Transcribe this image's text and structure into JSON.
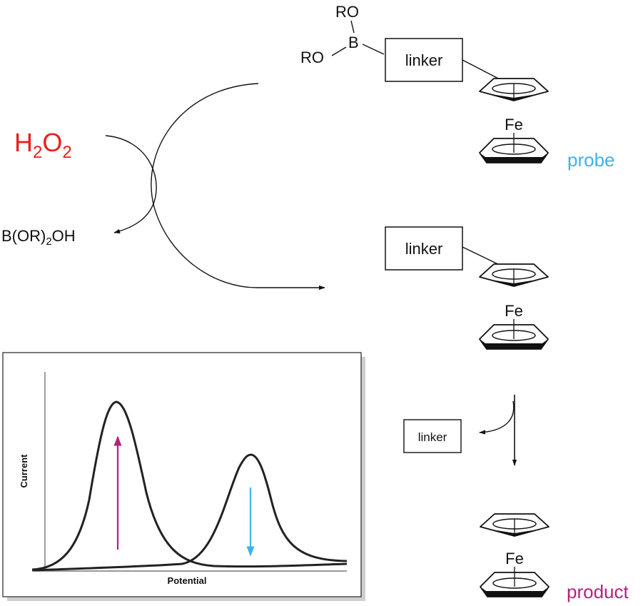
{
  "reagent": {
    "h": "H",
    "h_sub": "2",
    "o": "O",
    "o_sub": "2",
    "color": "#e8201c"
  },
  "byproduct": {
    "prefix": "B(OR)",
    "sub": "2",
    "suffix": "OH"
  },
  "probe": {
    "ro_top": "RO",
    "ro_left": "RO",
    "boron": "B",
    "linker": "linker",
    "fe": "Fe",
    "label": "probe",
    "label_color": "#3db3e8"
  },
  "intermediate": {
    "linker": "linker",
    "fe": "Fe"
  },
  "released": {
    "linker": "linker"
  },
  "product": {
    "fe": "Fe",
    "label": "product",
    "label_color": "#b3237a"
  },
  "voltammogram": {
    "ylabel": "Current",
    "xlabel": "Potential",
    "up_arrow_color": "#b3237a",
    "down_arrow_color": "#3db3e8"
  }
}
